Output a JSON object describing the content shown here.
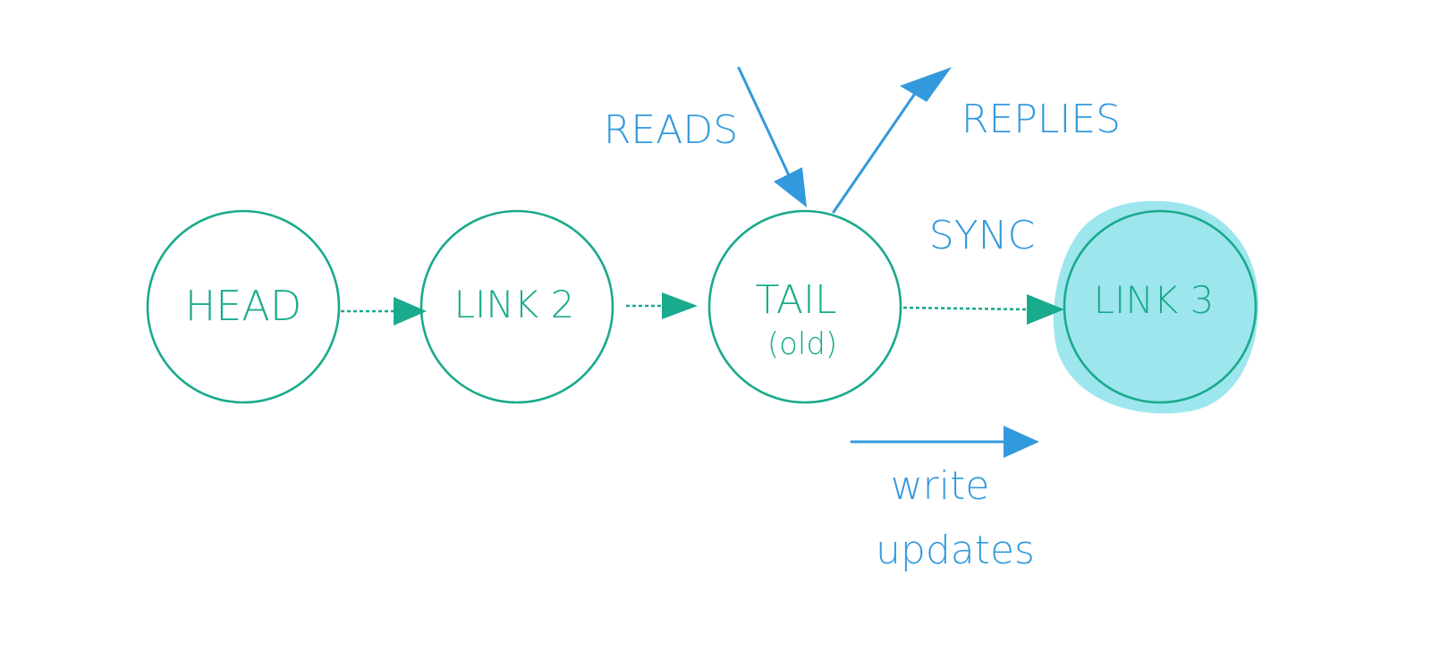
{
  "nodes": {
    "head": {
      "label": "HEAD"
    },
    "link2": {
      "label": "LINK 2"
    },
    "tail": {
      "label": "TAIL",
      "sublabel": "(old)"
    },
    "link3": {
      "label": "LINK 3"
    }
  },
  "labels": {
    "reads": "READS",
    "replies": "REPLIES",
    "sync": "SYNC",
    "write_line1": "write",
    "write_line2": "updates"
  },
  "colors": {
    "node_stroke": "#1aaa8c",
    "node_highlight_fill": "#9ee6ee",
    "annotation": "#3399dd"
  }
}
